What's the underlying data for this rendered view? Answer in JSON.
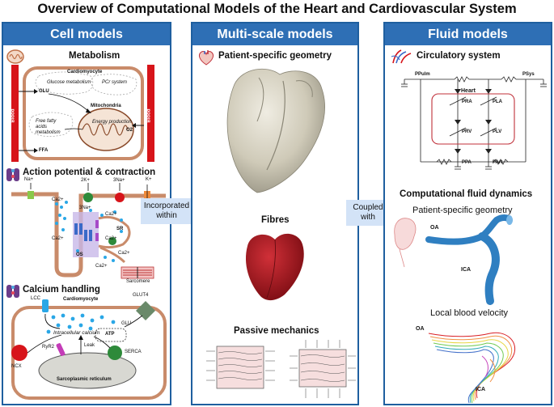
{
  "title": "Overview of Computational Models of the Heart and Cardiovascular System",
  "panels": {
    "cell": {
      "header": "Cell models",
      "metabolism": {
        "title": "Metabolism",
        "cell_label": "Cardiomyocyte",
        "blood_left": "Blood",
        "blood_right": "Blood",
        "glucose": "Glucose metabolism",
        "pcr": "PCr system",
        "glu": "GLU",
        "mito": "Mitochondria",
        "ffa_text": "Free fatty acids metabolism",
        "ffa": "FFA",
        "energy": "Energy production",
        "o2": "O2"
      },
      "action": {
        "title": "Action potential & contraction",
        "na": "Na+",
        "k": "K+",
        "k2": "2K+",
        "na3": "3Na+",
        "na3b": "3Na+",
        "ca2a": "Ca2+",
        "ca2b": "Ca2+",
        "ca2c": "Ca2+",
        "ca2d": "Ca2+",
        "ca2e": "Ca2+",
        "sr": "SR",
        "ca_small": "Ca2+",
        "os": "OS",
        "sarcomere": "Sarcomere"
      },
      "calcium": {
        "title": "Calcium handling",
        "lcc": "LCC",
        "cell_label": "Cardiomyocyte",
        "glut4": "GLUT4",
        "intracellular": "Intracellular calcium",
        "glu": "GLU",
        "atp": "ATP",
        "leak": "Leak",
        "ryr2": "RyR2",
        "serca": "SERCA",
        "ncx": "NCX",
        "sr": "Sarcoplasmic reticulum"
      }
    },
    "multiscale": {
      "header": "Multi-scale models",
      "geometry": "Patient-specific geometry",
      "fibres": "Fibres",
      "passive": "Passive mechanics"
    },
    "fluid": {
      "header": "Fluid models",
      "circulatory": "Circulatory system",
      "p_pulm": "PPulm",
      "p_sys": "PSys",
      "heart": "Heart",
      "p_ra": "PRA",
      "p_la": "PLA",
      "p_rv": "PRV",
      "p_lv": "PLV",
      "p_pa": "PPA",
      "p_art": "PArt",
      "cfd": "Computational fluid dynamics",
      "cfd_geometry": "Patient-specific geometry",
      "oa1": "OA",
      "ica1": "ICA",
      "velocity": "Local blood velocity",
      "oa2": "OA",
      "ica2": "ICA"
    }
  },
  "connectors": {
    "left_line1": "Incorporated",
    "left_line2": "within",
    "right_line1": "Coupled",
    "right_line2": "with"
  },
  "colors": {
    "panel_header": "#2e6fb5",
    "panel_border": "#1f5f9f",
    "connector_bg": "#d3e3f7",
    "blood_red": "#d7141a",
    "heart_grey": "#d6d2c4",
    "fibre_red": "#b3101a",
    "vessel_blue": "#2f7fc1"
  }
}
